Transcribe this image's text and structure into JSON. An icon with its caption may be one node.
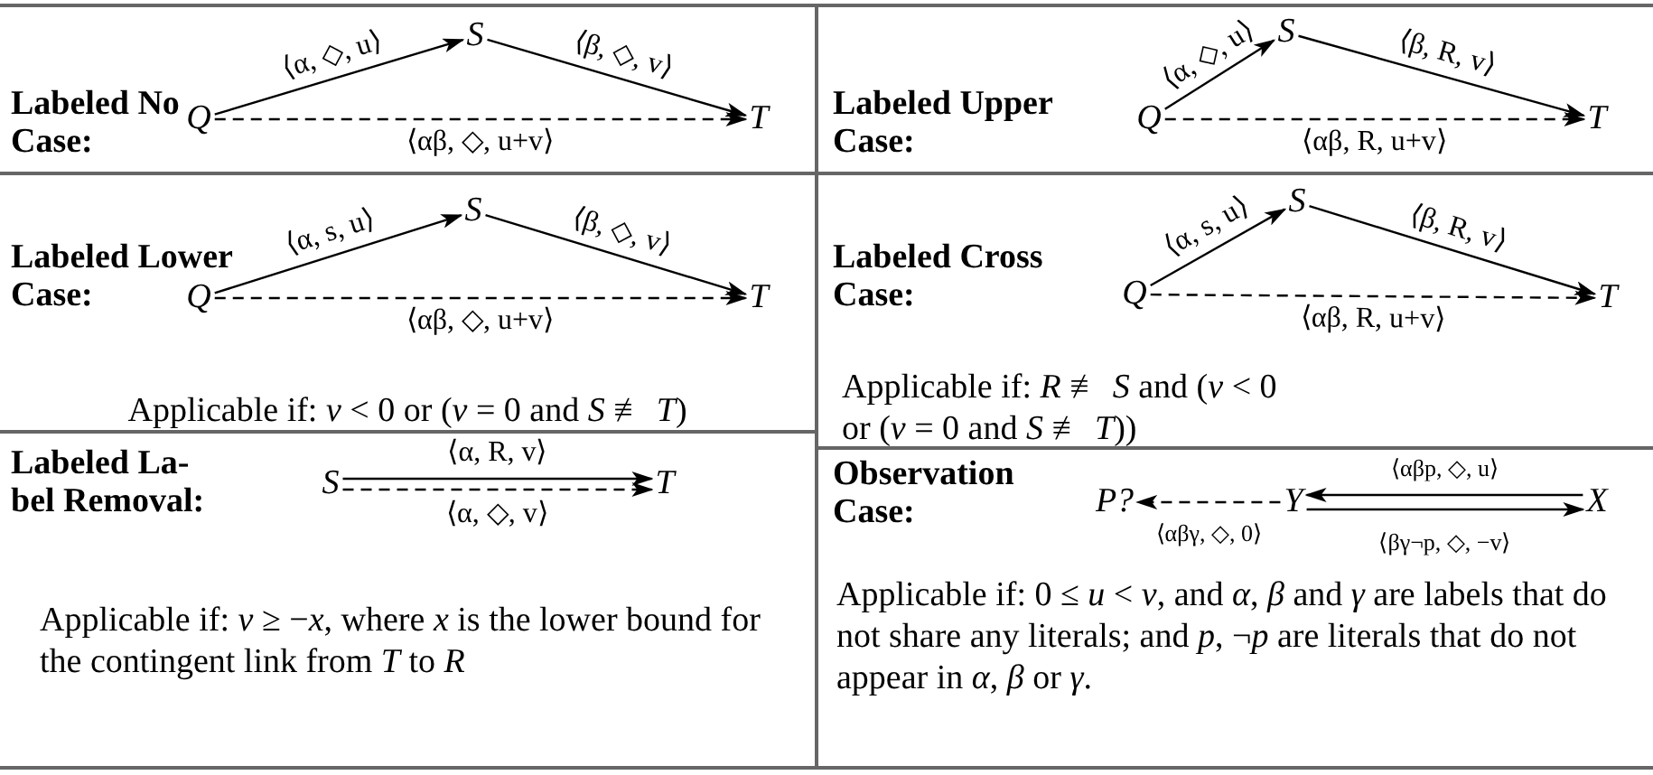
{
  "diagram": {
    "nodes": [
      {
        "text": [
          "Q"
        ]
      },
      {
        "text": [
          "S"
        ]
      },
      {
        "text": [
          "T"
        ]
      },
      {
        "text": [
          "Q"
        ]
      },
      {
        "text": [
          "S"
        ]
      },
      {
        "text": [
          "T"
        ]
      },
      {
        "text": [
          "Q"
        ]
      },
      {
        "text": [
          "S"
        ]
      },
      {
        "text": [
          "T"
        ]
      },
      {
        "text": [
          "Q"
        ]
      },
      {
        "text": [
          "S"
        ]
      },
      {
        "text": [
          "T"
        ]
      },
      {
        "text": [
          "S"
        ]
      },
      {
        "text": [
          "T"
        ]
      },
      {
        "text": [
          "P?"
        ]
      },
      {
        "text": [
          "Y"
        ]
      },
      {
        "text": [
          "X"
        ]
      }
    ],
    "edges": [
      {
        "from": 0,
        "to": 1,
        "arrow": "to",
        "label": "⟨α, ◇, u⟩"
      },
      {
        "from": 1,
        "to": 2,
        "arrow": "to",
        "label": "⟨β, ◇, v⟩"
      },
      {
        "from": 0,
        "to": 2,
        "arrow": "to",
        "style": "dashed",
        "label": "⟨αβ, ◇, u+v⟩"
      },
      {
        "from": 3,
        "to": 4,
        "arrow": "to",
        "label": "⟨α, ◇, u⟩"
      },
      {
        "from": 4,
        "to": 5,
        "arrow": "to",
        "label": "⟨β, R, v⟩"
      },
      {
        "from": 3,
        "to": 5,
        "arrow": "to",
        "style": "dashed",
        "label": "⟨αβ, R, u+v⟩"
      },
      {
        "from": 6,
        "to": 7,
        "arrow": "to",
        "label": "⟨α, s, u⟩"
      },
      {
        "from": 7,
        "to": 8,
        "arrow": "to",
        "label": "⟨β, ◇, v⟩"
      },
      {
        "from": 6,
        "to": 8,
        "arrow": "to",
        "style": "dashed",
        "label": "⟨αβ, ◇, u+v⟩"
      },
      {
        "from": 9,
        "to": 10,
        "arrow": "to",
        "label": "⟨α, s, u⟩"
      },
      {
        "from": 10,
        "to": 11,
        "arrow": "to",
        "label": "⟨β, R, v⟩"
      },
      {
        "from": 9,
        "to": 11,
        "arrow": "to",
        "style": "dashed",
        "label": "⟨αβ, R, u+v⟩"
      },
      {
        "from": 12,
        "to": 13,
        "arrow": "to",
        "label": "⟨α, R, v⟩"
      },
      {
        "from": 12,
        "to": 13,
        "arrow": "to",
        "style": "dashed",
        "label": "⟨α, ◇, v⟩"
      },
      {
        "from": 15,
        "to": 14,
        "arrow": "to",
        "style": "dashed",
        "label": "⟨αβγ, ◇, 0⟩"
      },
      {
        "from": 16,
        "to": 15,
        "arrow": "to",
        "label": "⟨αβp, ◇, u⟩"
      },
      {
        "from": 15,
        "to": 16,
        "arrow": "to",
        "label": "⟨βγ¬p, ◇, −v⟩"
      }
    ],
    "labels": [
      "Labeled No Case:",
      "Labeled Upper Case:",
      "Labeled Lower Case:",
      "Labeled Cross Case:",
      "Applicable if: *v* < 0 or (*v* = 0 and *S* ≢ *T*)",
      "Applicable if: *R* ≢ *S* and (*v* < 0 or (*v* = 0 and *S* ≢ *T*))",
      "Labeled La-bel Removal:",
      "Observation Case:",
      "Applicable if: *v* ≥ −*x*, where *x* is the lower bound for the contingent link from *T* to *R*",
      "Applicable if: 0 ≤ *u* < *v*, and *α*, *β* and *γ* are labels that do not share any literals; and *p*, ¬*p* are literals that do not appear in *α*, *β* or *γ*."
    ]
  }
}
